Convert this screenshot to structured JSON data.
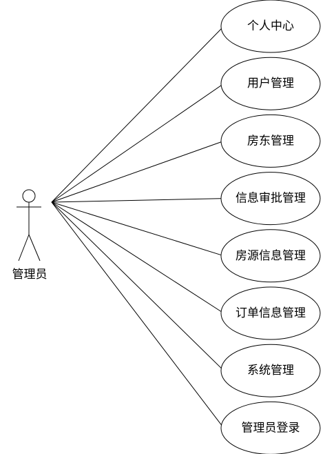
{
  "actor": {
    "label": "管理员",
    "icon": "stick-figure-icon"
  },
  "use_cases": [
    {
      "label": "个人中心"
    },
    {
      "label": "用户管理"
    },
    {
      "label": "房东管理"
    },
    {
      "label": "信息审批管理"
    },
    {
      "label": "房源信息管理"
    },
    {
      "label": "订单信息管理"
    },
    {
      "label": "系统管理"
    },
    {
      "label": "管理员登录"
    }
  ],
  "colors": {
    "line": "#000000",
    "background": "#ffffff"
  }
}
